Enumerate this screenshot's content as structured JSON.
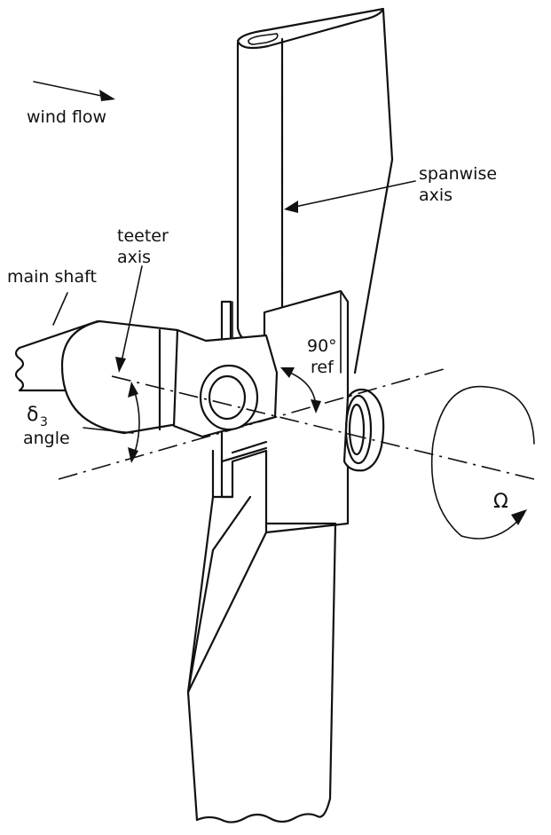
{
  "labels": {
    "wind_flow": "wind flow",
    "spanwise_axis_line1": "spanwise",
    "spanwise_axis_line2": "axis",
    "teeter_axis_line1": "teeter",
    "teeter_axis_line2": "axis",
    "main_shaft": "main shaft",
    "ninety_ref_line1": "90°",
    "ninety_ref_line2": "ref",
    "delta_symbol": "δ",
    "delta_subscript": "3",
    "angle": "angle",
    "omega": "Ω"
  }
}
